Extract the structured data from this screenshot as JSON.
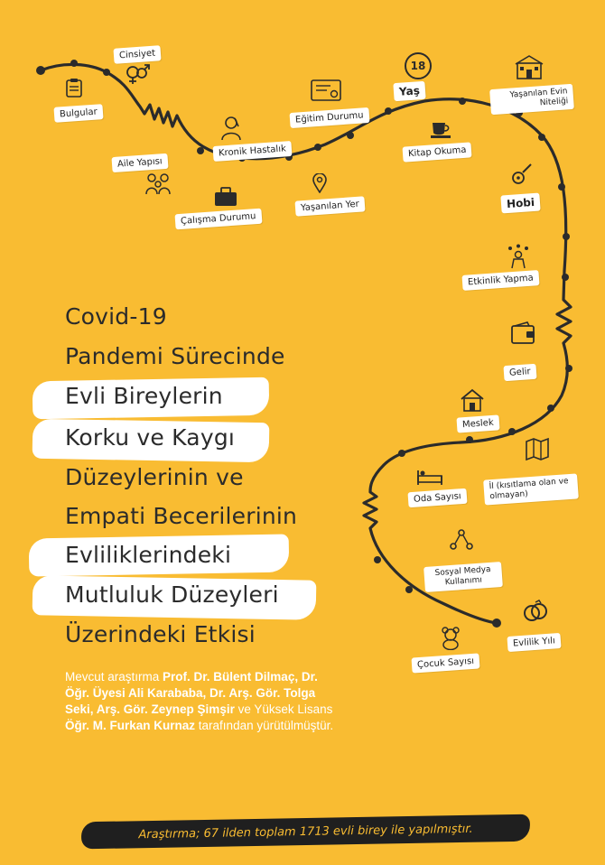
{
  "labels": {
    "bulgular": "Bulgular",
    "cinsiyet": "Cinsiyet",
    "aile_yapisi": "Aile Yapısı",
    "calisma_durumu": "Çalışma Durumu",
    "kronik_hastalik": "Kronik Hastalık",
    "yasanilan_yer": "Yaşanılan Yer",
    "egitim_durumu": "Eğitim Durumu",
    "kitap_okuma": "Kitap Okuma",
    "yas": "Yaş",
    "yas_icon_number": "18",
    "yasanilan_evin_niteligi": "Yaşanılan Evin Niteliği",
    "hobi": "Hobi",
    "etkinlik_yapma": "Etkinlik Yapma",
    "gelir": "Gelir",
    "meslek": "Meslek",
    "il": "İl (kısıtlama olan ve olmayan)",
    "oda_sayisi": "Oda Sayısı",
    "sosyal_medya": "Sosyal Medya Kullanımı",
    "evlilik_yili": "Evlilik Yılı",
    "cocuk_sayisi": "Çocuk Sayısı"
  },
  "title": {
    "lines": [
      "Covid-19",
      "Pandemi Sürecinde",
      "Evli Bireylerin",
      "Korku ve Kaygı",
      "Düzeylerinin ve",
      "Empati Becerilerinin",
      "Evliliklerindeki",
      "Mutluluk Düzeyleri",
      "Üzerindeki Etkisi"
    ]
  },
  "credits": {
    "intro": "Mevcut araştırma",
    "name1": "Prof. Dr. Bülent Dilmaç,",
    "name2": "Dr. Öğr. Üyesi Ali Karababa, Dr. Arş. Gör. Tolga Seki, Arş. Gör. Zeynep Şimşir",
    "conj": "ve",
    "degree": "Yüksek Lisans",
    "name3": "Öğr. M. Furkan Kurnaz",
    "outro": "tarafından yürütülmüştür."
  },
  "footer": "Araştırma; 67 ilden toplam 1713 evli birey ile yapılmıştır.",
  "colors": {
    "background": "#F9BC32",
    "road": "#2b2b2b",
    "tag": "#FFFFFF",
    "credits_text": "#FFFFFF",
    "footer_bg": "#1f1f1f"
  }
}
